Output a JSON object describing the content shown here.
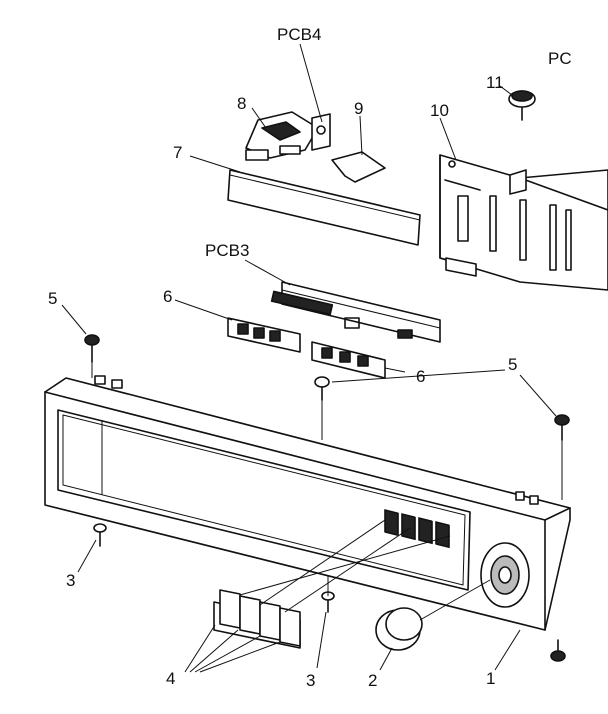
{
  "labels": {
    "pcb4": "PCB4",
    "pcb_partial": "PC",
    "pcb3": "PCB3",
    "n1": "1",
    "n2": "2",
    "n3a": "3",
    "n3b": "3",
    "n4": "4",
    "n5a": "5",
    "n5b": "5",
    "n6a": "6",
    "n6b": "6",
    "n7": "7",
    "n8": "8",
    "n9": "9",
    "n10": "10",
    "n11": "11"
  }
}
